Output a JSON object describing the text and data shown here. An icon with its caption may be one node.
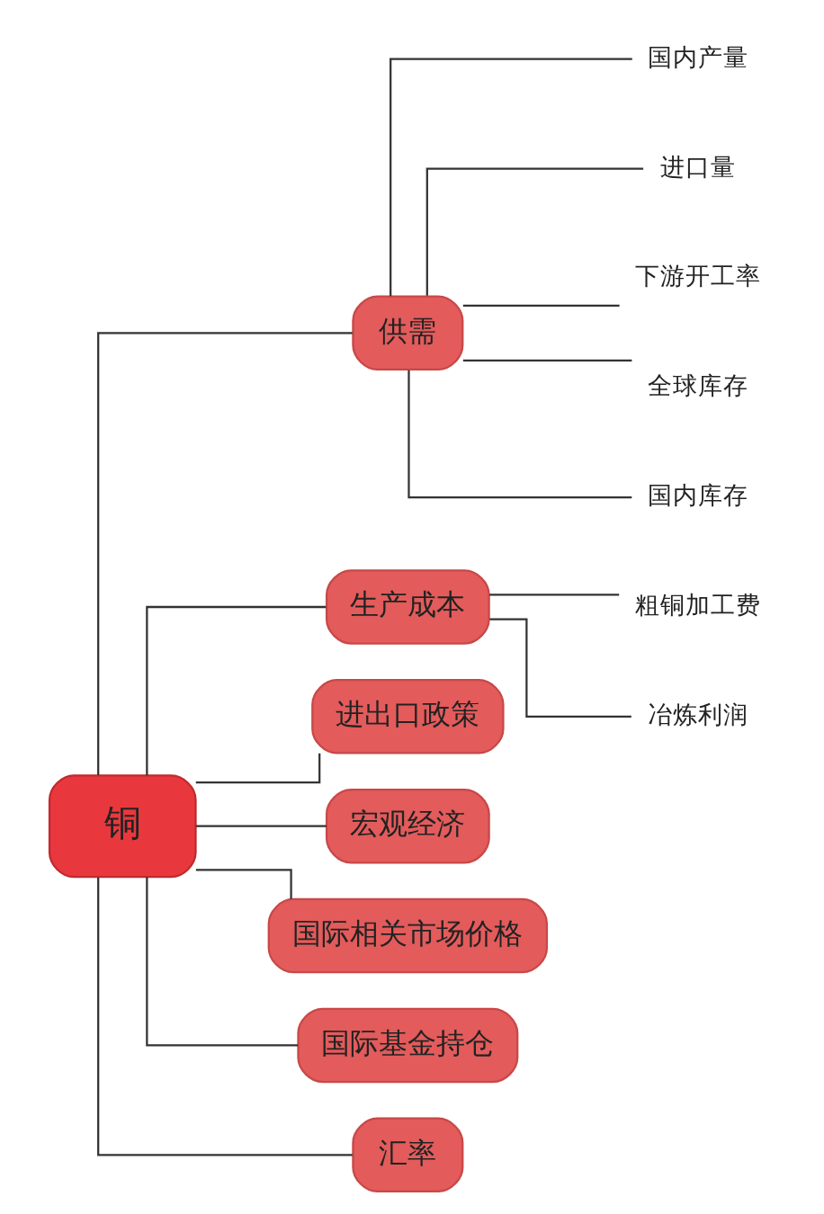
{
  "diagram": {
    "nodes": [
      {
        "text": [
          "铜"
        ]
      },
      {
        "text": [
          "供需"
        ]
      },
      {
        "text": [
          "国内产量"
        ]
      },
      {
        "text": [
          "进口量"
        ]
      },
      {
        "text": [
          "下游开工率"
        ]
      },
      {
        "text": [
          "全球库存"
        ]
      },
      {
        "text": [
          "国内库存"
        ]
      },
      {
        "text": [
          "生产成本"
        ]
      },
      {
        "text": [
          "粗铜加工费"
        ]
      },
      {
        "text": [
          "冶炼利润"
        ]
      },
      {
        "text": [
          "进出口政策"
        ]
      },
      {
        "text": [
          "宏观经济"
        ]
      },
      {
        "text": [
          "国际相关市场价格"
        ]
      },
      {
        "text": [
          "国际基金持仓"
        ]
      },
      {
        "text": [
          "汇率"
        ]
      }
    ],
    "edges": [
      {
        "from": 0,
        "to": 1,
        "arrow": "none"
      },
      {
        "from": 1,
        "to": 2,
        "arrow": "none"
      },
      {
        "from": 1,
        "to": 3,
        "arrow": "none"
      },
      {
        "from": 1,
        "to": 4,
        "arrow": "none"
      },
      {
        "from": 1,
        "to": 5,
        "arrow": "none"
      },
      {
        "from": 1,
        "to": 6,
        "arrow": "none"
      },
      {
        "from": 0,
        "to": 7,
        "arrow": "none"
      },
      {
        "from": 7,
        "to": 8,
        "arrow": "none"
      },
      {
        "from": 7,
        "to": 9,
        "arrow": "none"
      },
      {
        "from": 0,
        "to": 10,
        "arrow": "none"
      },
      {
        "from": 0,
        "to": 11,
        "arrow": "none"
      },
      {
        "from": 0,
        "to": 12,
        "arrow": "none"
      },
      {
        "from": 0,
        "to": 13,
        "arrow": "none"
      },
      {
        "from": 0,
        "to": 14,
        "arrow": "none"
      }
    ]
  }
}
